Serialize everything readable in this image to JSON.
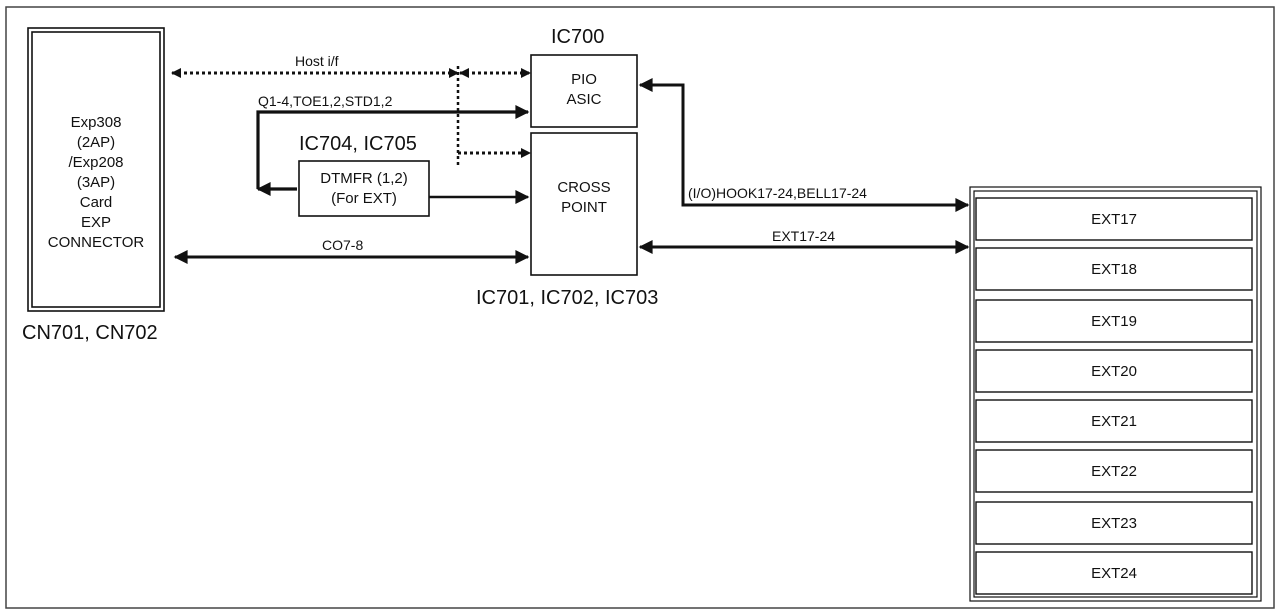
{
  "connector": {
    "lines": [
      "Exp308",
      "(2AP)",
      "/Exp208",
      "(3AP)",
      "Card",
      "EXP",
      "CONNECTOR"
    ],
    "caption": "CN701, CN702"
  },
  "pio": {
    "title": "IC700",
    "lines": [
      "PIO",
      "ASIC"
    ]
  },
  "crosspoint": {
    "lines": [
      "CROSS",
      "POINT"
    ],
    "caption": "IC701, IC702, IC703"
  },
  "dtmfr": {
    "title": "IC704, IC705",
    "lines": [
      "DTMFR (1,2)",
      "(For EXT)"
    ]
  },
  "signals": {
    "host_if": "Host i/f",
    "q_toe_std": "Q1-4,TOE1,2,STD1,2",
    "co": "CO7-8",
    "hook_bell": "(I/O)HOOK17-24,BELL17-24",
    "ext_bus": "EXT17-24"
  },
  "ext_ports": [
    "EXT17",
    "EXT18",
    "EXT19",
    "EXT20",
    "EXT21",
    "EXT22",
    "EXT23",
    "EXT24"
  ]
}
